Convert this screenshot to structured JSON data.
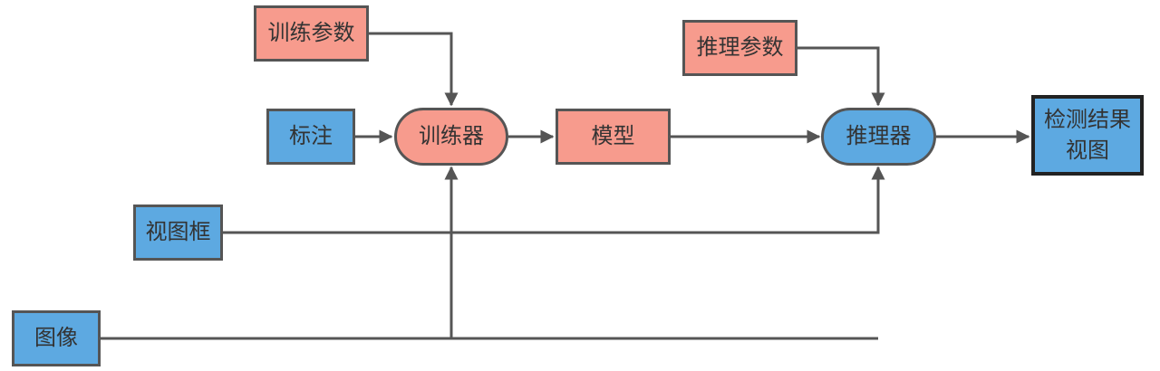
{
  "nodes": {
    "train_params": "训练参数",
    "infer_params": "推理参数",
    "annotation": "标注",
    "trainer": "训练器",
    "model": "模型",
    "inferencer": "推理器",
    "result_line1": "检测结果",
    "result_line2": "视图",
    "view_box": "视图框",
    "image": "图像"
  },
  "colors": {
    "parameter_fill": "#f79b8d",
    "input_fill": "#5da9e1",
    "stroke": "#555555"
  }
}
